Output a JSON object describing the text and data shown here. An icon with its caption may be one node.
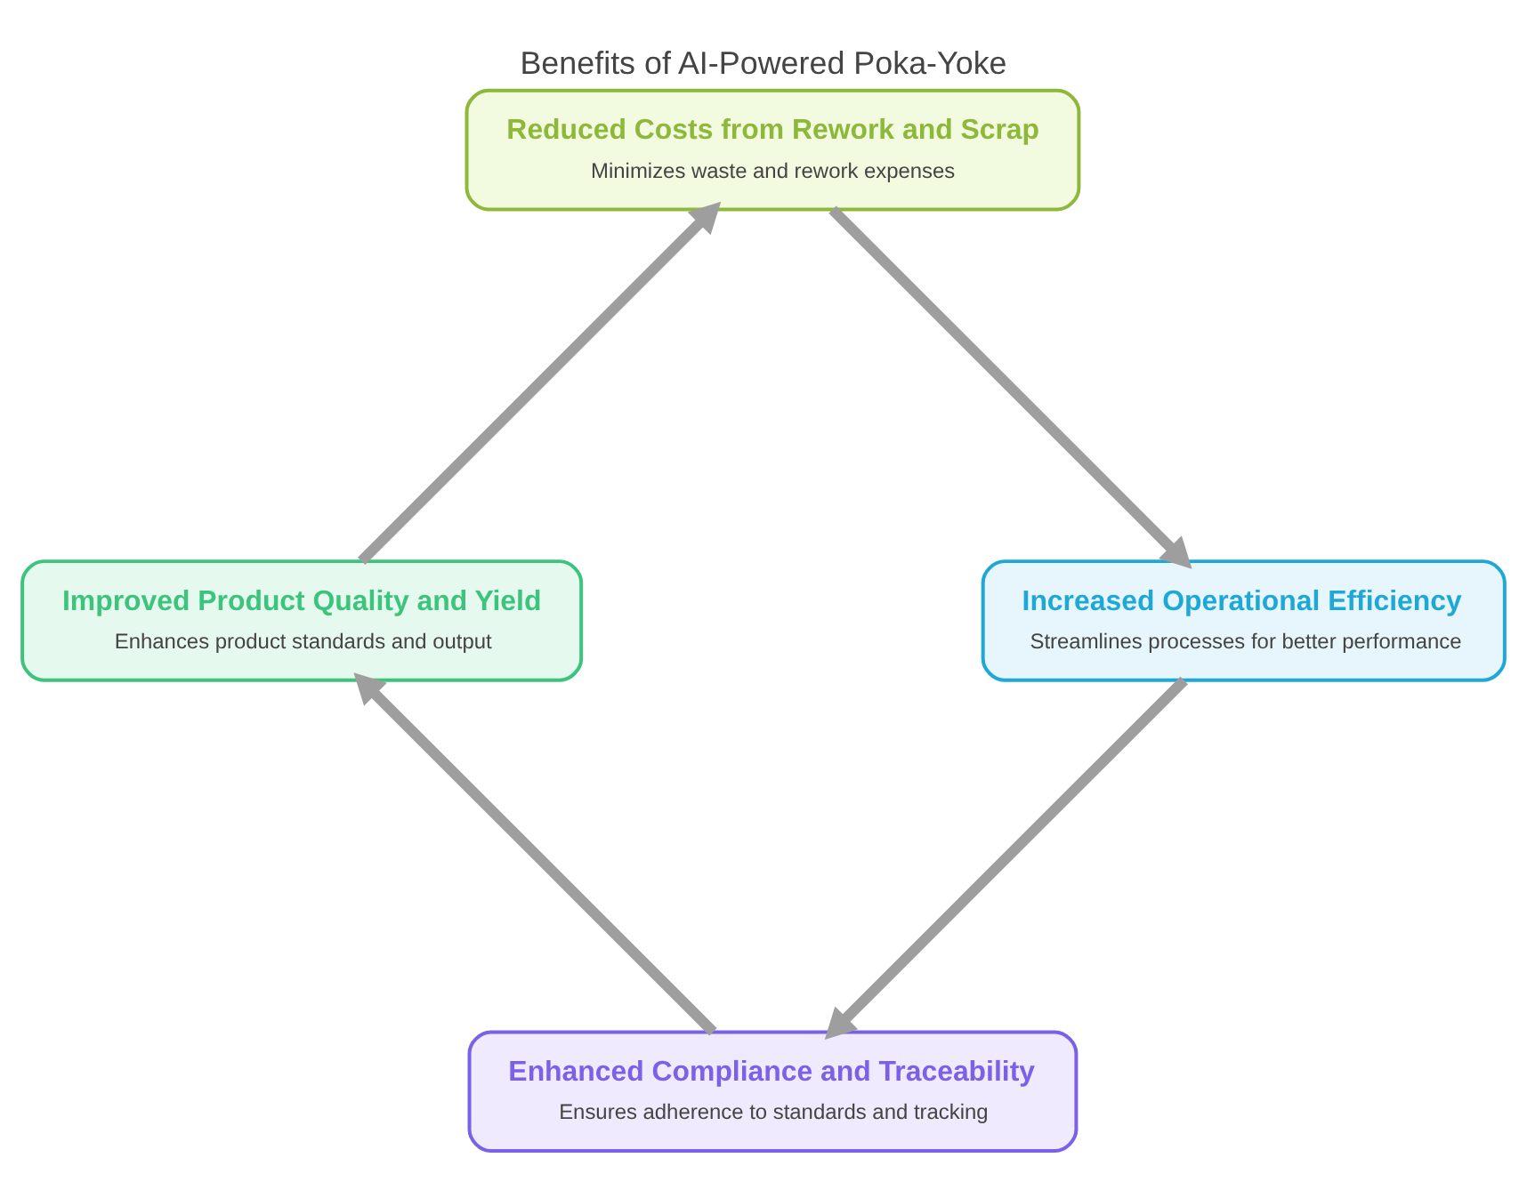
{
  "diagram": {
    "title": "Benefits of AI-Powered Poka-Yoke",
    "nodes": [
      {
        "text": [
          "Enhanced Compliance and Traceability",
          "Ensures adherence to standards and tracking"
        ]
      },
      {
        "text": [
          "Improved Product Quality and Yield",
          "Enhances product standards and output"
        ]
      },
      {
        "text": [
          "Reduced Costs from Rework and Scrap",
          "Minimizes waste and rework expenses"
        ]
      },
      {
        "text": [
          "Increased Operational Efficiency",
          "Streamlines processes for better performance"
        ]
      }
    ],
    "edges": [
      {
        "from": 0,
        "to": 1,
        "arrow": "to"
      },
      {
        "from": 1,
        "to": 2,
        "arrow": "to"
      },
      {
        "from": 2,
        "to": 3,
        "arrow": "to"
      },
      {
        "from": 3,
        "to": 0,
        "arrow": "to"
      }
    ]
  }
}
